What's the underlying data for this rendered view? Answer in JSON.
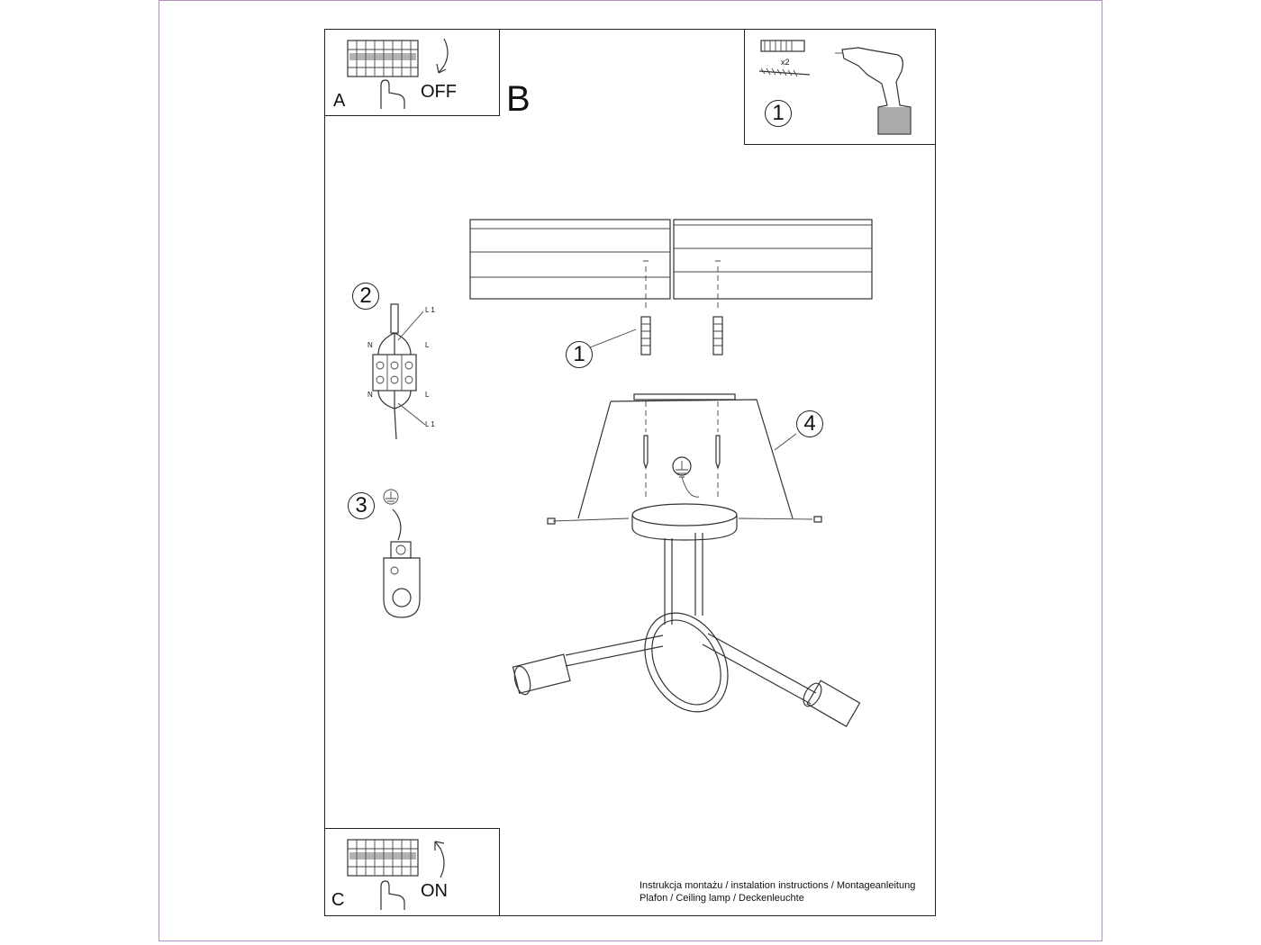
{
  "section_a": {
    "letter": "A",
    "action": "OFF"
  },
  "section_b": {
    "letter": "B"
  },
  "section_c": {
    "letter": "C",
    "action": "ON"
  },
  "tools": {
    "step": "1",
    "quantity": "x2"
  },
  "steps": {
    "s1": "1",
    "s2": "2",
    "s3": "3",
    "s4": "4"
  },
  "wiring": {
    "l1_top": "L 1",
    "n_top": "N",
    "l_top": "L",
    "n_bottom": "N",
    "l_bottom": "L",
    "l1_bottom": "L 1"
  },
  "footer": {
    "line1": "Instrukcja montażu / instalation instructions / Montageanleitung",
    "line2": "Plafon / Ceiling lamp / Deckenleuchte"
  }
}
